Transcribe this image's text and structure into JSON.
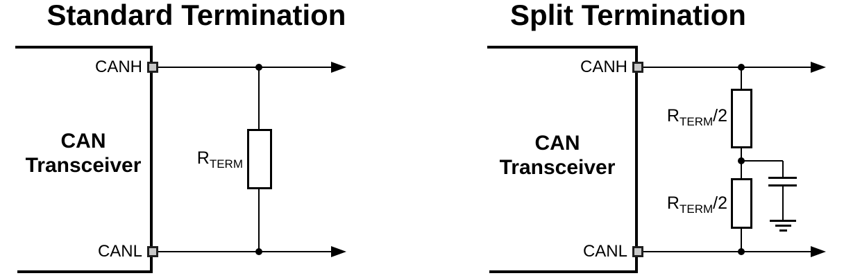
{
  "figure": {
    "background": "#ffffff",
    "line_color": "#000000",
    "pin_fill": "#c8c8c8",
    "pin_border": "#1f1f1f"
  },
  "standard": {
    "title": "Standard Termination",
    "device_line1": "CAN",
    "device_line2": "Transceiver",
    "pin_top": "CANH",
    "pin_bottom": "CANL",
    "resistor": {
      "base": "R",
      "sub": "TERM",
      "suffix": ""
    }
  },
  "split": {
    "title": "Split Termination",
    "device_line1": "CAN",
    "device_line2": "Transceiver",
    "pin_top": "CANH",
    "pin_bottom": "CANL",
    "resistor_top": {
      "base": "R",
      "sub": "TERM",
      "suffix": "/2"
    },
    "resistor_bottom": {
      "base": "R",
      "sub": "TERM",
      "suffix": "/2"
    }
  }
}
